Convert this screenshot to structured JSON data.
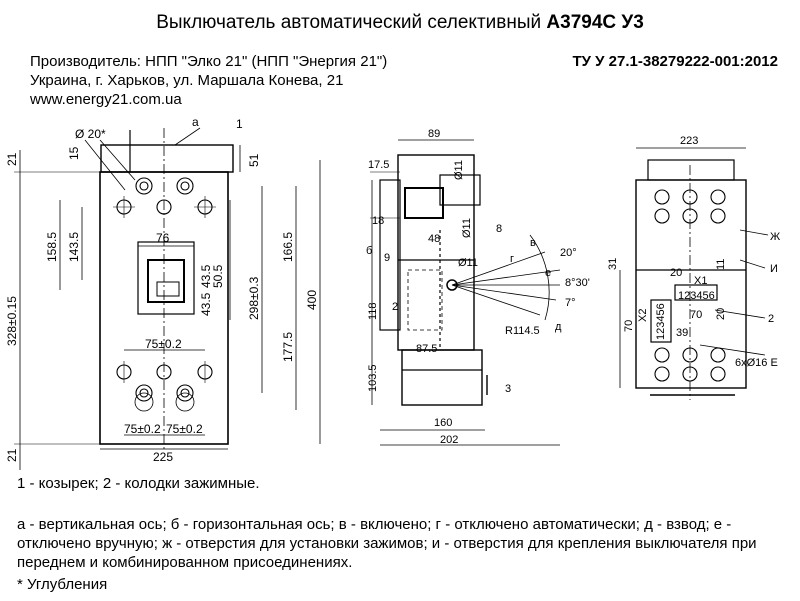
{
  "title": {
    "prefix": "Выключатель автоматический селективный ",
    "model": "А3794С У3"
  },
  "header": {
    "manufacturer": "Производитель: НПП \"Элко 21\" (НПП \"Энергия 21\")",
    "address": "Украина, г. Харьков, ул. Маршала Конева, 21",
    "website": "www.energy21.com.ua",
    "standard": "ТУ У 27.1-38279222-001:2012"
  },
  "front_view": {
    "labels": {
      "a": "а",
      "one": "1",
      "hole": "Ø 20*",
      "d15": "15",
      "d51": "51",
      "d21_top": "21",
      "d21_bot": "21",
      "d328": "328±0.15",
      "d158": "158.5",
      "d143": "143.5",
      "d76": "76",
      "d43a": "43.5",
      "d50": "50.5",
      "d43b": "43.5",
      "d298": "298±0.3",
      "d166": "166.5",
      "d177": "177.5",
      "d400": "400",
      "d75top": "75±0.2",
      "d75l": "75±0.2",
      "d75r": "75±0.2",
      "d225": "225"
    }
  },
  "side_view": {
    "labels": {
      "d89": "89",
      "d17": "17.5",
      "d11a": "Ø11",
      "d18": "18",
      "d48": "48",
      "d11b": "Ø11",
      "d8": "8",
      "b": "б",
      "d9": "9",
      "d2": "2",
      "d118": "118",
      "d103": "103.5",
      "d87": "87.5",
      "d160": "160",
      "d202": "202",
      "d3": "3",
      "v": "в",
      "g": "г",
      "d20": "20°",
      "e": "е",
      "d8_30": "8°30'",
      "d7": "7°",
      "r114": "R114.5",
      "dd": "д",
      "d11c": "Ø11"
    }
  },
  "rear_view": {
    "labels": {
      "d223": "223",
      "zh": "Ж",
      "i": "И",
      "d31": "31",
      "d20a": "20",
      "x1": "X1",
      "d11": "11",
      "t123": "123456",
      "d70a": "70",
      "d20b": "20",
      "x2": "X2",
      "t123b": "123456",
      "d39": "39",
      "d70b": "70",
      "two": "2",
      "holes": "6xØ16 Е"
    }
  },
  "legend": {
    "line1": "1 - козырек; 2 - колодки зажимные.",
    "line2": "а - вертикальная ось; б - горизонтальная ось; в - включено; г - отключено автоматически; д - взвод; е - отключено вручную; ж - отверстия для установки зажимов; и - отверстия для крепления выключателя при переднем и комбинированном присоединениях.",
    "line3": "* Углубления"
  }
}
